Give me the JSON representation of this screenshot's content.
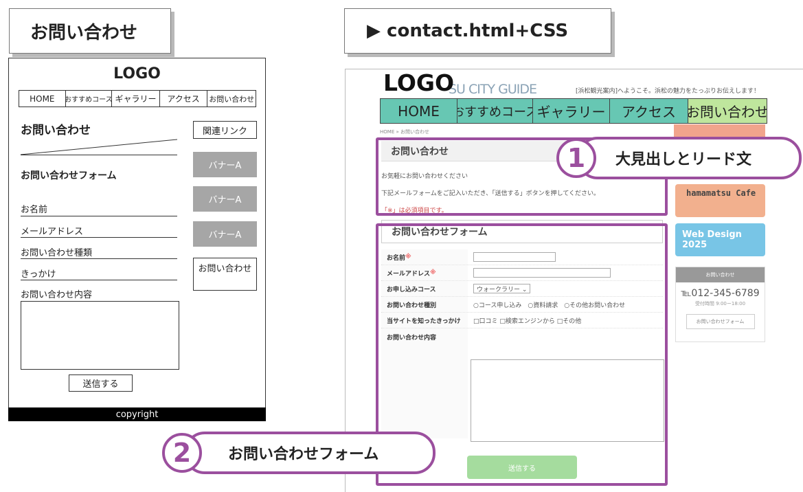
{
  "left_tag": "お問い合わせ",
  "right_tag": "▶ contact.html+CSS",
  "wireframe": {
    "logo": "LOGO",
    "nav": [
      "HOME",
      "おすすめコース",
      "ギャラリー",
      "アクセス",
      "お問い合わせ"
    ],
    "heading": "お問い合わせ",
    "related_link": "関連リンク",
    "form_heading": "お問い合わせフォーム",
    "banners": [
      "バナーA",
      "バナーA",
      "バナーA"
    ],
    "contact_box": "お問い合わせ",
    "fields": [
      "お名前",
      "メールアドレス",
      "お問い合わせ種類",
      "きっかけ",
      "お問い合わせ内容"
    ],
    "submit": "送信する",
    "footer": "copyright"
  },
  "screenshot": {
    "logo": "LOGO",
    "site_name": "SU CITY GUIDE",
    "welcome": "[浜松観光案内]へようこそ。浜松の魅力をたっぷりお伝えします！",
    "nav": [
      "HOME",
      "おすすめコース",
      "ギャラリー",
      "アクセス",
      "お問い合わせ"
    ],
    "breadcrumb": "HOME » お問い合わせ",
    "title": "お問い合わせ",
    "lead1": "お気軽にお問い合わせください",
    "lead2": "下記メールフォームをご記入いただき、「送信する」ボタンを押してください。",
    "lead3": "「※」は必須項目です。",
    "form_title": "お問い合わせフォーム",
    "rows": {
      "name": "お名前",
      "email": "メールアドレス",
      "course": "お申し込みコース",
      "course_value": "ウォークラリー ⌄",
      "type": "お問い合わせ種別",
      "type_options": "○コース申し込み　○資料請求　○その他お問い合わせ",
      "source": "当サイトを知ったきっかけ",
      "source_options": "□口コミ □検索エンジンから □その他",
      "content": "お問い合わせ内容"
    },
    "required_mark": "※",
    "send": "送信する",
    "cafe": "hamamatsu Cafe",
    "webdesign": "Web Design 2025",
    "contact_header": "お問い合わせ",
    "tel": "℡012-345-6789",
    "hours": "受付時間 9:00ー18:00",
    "contact_button": "お問い合わせフォーム"
  },
  "callouts": {
    "one_num": "1",
    "one_text": "大見出しとリード文",
    "two_num": "2",
    "two_text": "お問い合わせフォーム"
  },
  "colors": {
    "accent": "#9b4f9e",
    "nav": "#67c7b3",
    "nav_active": "#bfe69d"
  }
}
